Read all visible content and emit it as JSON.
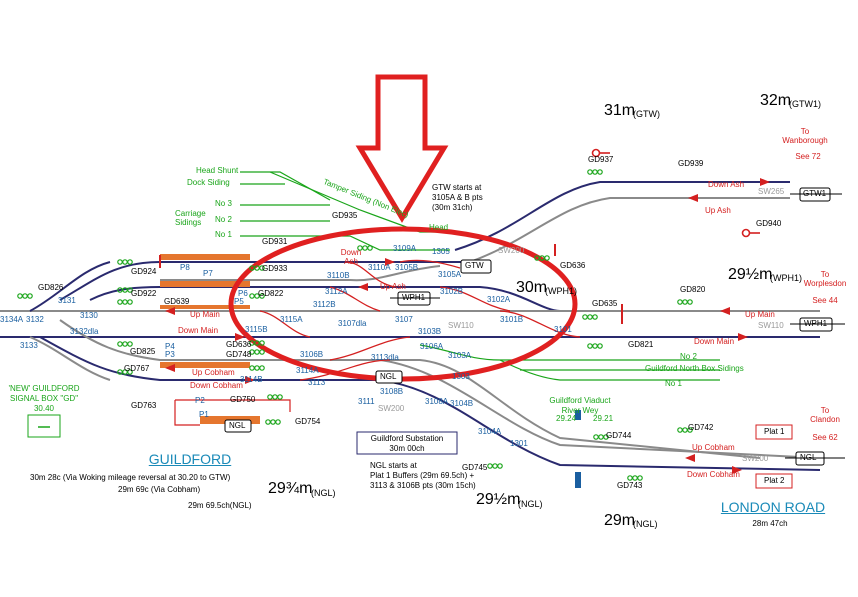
{
  "colors": {
    "main_line": "#2a2a6e",
    "slow_line": "#8a8a8a",
    "siding": "#1aa51a",
    "signal_text": "#000000",
    "point_text": "#1a5fa0",
    "red": "#d42020",
    "platform_orange": "#e5762e",
    "sw_grey": "#9a9a9a"
  },
  "mileposts": {
    "m31": "31m",
    "m31s": "(GTW)",
    "m32": "32m",
    "m32s": "(GTW1)",
    "m29h": "29½m",
    "m29hs": "(WPH1)",
    "m30": "30m",
    "m30s": "(WPH1)",
    "m29tq": "29¾m",
    "m29tqs": "(NGL)",
    "m29hn": "29½m",
    "m29hns": "(NGL)",
    "m29": "29m",
    "m29s": "(NGL)"
  },
  "destinations": {
    "wanborough": "To\nWanborough",
    "see72": "See 72",
    "worplesdon": "To\nWorplesdon",
    "see44": "See 44",
    "clandon": "To\nClandon",
    "see62": "See 62"
  },
  "stations": {
    "guildford": "GUILDFORD",
    "guildford_notes": [
      "30m 28c (Via Woking mileage reversal at 30.20 to GTW)",
      "29m 69c (Via Cobham)",
      "29m 69.5ch(NGL)"
    ],
    "london_road": "LONDON ROAD",
    "london_road_note": "28m 47ch"
  },
  "notes": {
    "gtw_starts": [
      "GTW starts at",
      "3105A & B pts",
      "(30m 31ch)"
    ],
    "ngl_starts": [
      "NGL starts at",
      "Plat 1 Buffers (29m 69.5ch) +",
      "3113 & 3106B pts (30m 15ch)"
    ],
    "substation": [
      "Guildford Substation",
      "30m 00ch"
    ],
    "signal_box": [
      "'NEW' GUILDFORD",
      "SIGNAL BOX \"GD\"",
      "30.40"
    ],
    "viaduct": [
      "Guildford Viaduct",
      "River Wey"
    ]
  },
  "sidings": {
    "head_shunt": "Head Shunt",
    "dock_siding": "Dock Siding",
    "no3": "No 3",
    "carriage": "Carriage\nSidings",
    "no2": "No 2",
    "no1": "No 1",
    "tamper": "Tamper Siding (Non Elec)",
    "head": "Head",
    "north_box": "Guildford North Box Sidings",
    "nb_no2": "No 2",
    "nb_no1": "No 1",
    "v1": "29.24",
    "v2": "29.21"
  },
  "line_names": {
    "down_ash": "Down Ash",
    "up_ash": "Up Ash",
    "up_main_r": "Up Main",
    "down_main_r": "Down Main",
    "up_cobham_r": "Up Cobham",
    "down_cobham_r": "Down Cobham",
    "down_ash_c": "Down\nAsh",
    "up_ash_c": "Up Ash",
    "up_main_l": "Up Main",
    "down_main_l": "Down Main",
    "up_cobham_l": "Up Cobham",
    "down_cobham_l": "Down Cobham"
  },
  "boxes": {
    "gtw": "GTW",
    "gtw1": "GTW1",
    "wph1": "WPH1",
    "wph1b": "WPH1",
    "ngl": "NGL",
    "ngl2": "NGL",
    "ngl3": "NGL",
    "plat1": "Plat 1",
    "plat2": "Plat 2"
  },
  "signals": {
    "GD937": "GD937",
    "GD939": "GD939",
    "GD940": "GD940",
    "GD935": "GD935",
    "GD931": "GD931",
    "GD933": "GD933",
    "GD924": "GD924",
    "GD826": "GD826",
    "GD922": "GD922",
    "GD639": "GD639",
    "GD822": "GD822",
    "GD636a": "GD636",
    "GD635": "GD635",
    "GD820": "GD820",
    "GD821": "GD821",
    "GD825": "GD825",
    "GD636": "GD636",
    "GD748": "GD748",
    "GD767": "GD767",
    "GD763": "GD763",
    "GD750": "GD750",
    "GD754": "GD754",
    "GD745": "GD745",
    "GD744": "GD744",
    "GD742": "GD742",
    "GD743": "GD743"
  },
  "platforms": {
    "P8": "P8",
    "P7": "P7",
    "P6": "P6",
    "P5": "P5",
    "P4": "P4",
    "P3": "P3",
    "P2": "P2",
    "P1": "P1"
  },
  "points": {
    "p3109A": "3109A",
    "p1305": "1305",
    "p3110A": "3110A",
    "p3105B": "3105B",
    "p3105A": "3105A",
    "p3110B": "3110B",
    "p3112A": "3112A",
    "p3102B": "3102B",
    "p3102A": "3102A",
    "p3112B": "3112B",
    "p3115A": "3115A",
    "p3107dla": "3107dla",
    "p3107": "3107",
    "p3103B": "3103B",
    "p3101B": "3101B",
    "p3101": "3101",
    "p3115B": "3115B",
    "p3106B": "3106B",
    "p3113dla": "3113dla",
    "p3106A": "3106A",
    "p3103A": "3103A",
    "p1303": "1303",
    "p3114A": "3114A",
    "p3113": "3113",
    "p3114B": "3114B",
    "p3111": "3111",
    "p3108B": "3108B",
    "p3108A": "3108A",
    "p3104B": "3104B",
    "p3104A": "3104A",
    "p1301": "1301",
    "p3131": "3131",
    "p3130": "3130",
    "p3132": "3132",
    "p3134A": "3134A",
    "p3132dla": "3132dla",
    "p3133": "3133"
  },
  "sw_labels": {
    "sw265": "SW265",
    "sw110": "SW110",
    "sw110b": "SW110",
    "sw200": "SW200",
    "sw200b": "SW200",
    "sw200c": "SW200"
  }
}
